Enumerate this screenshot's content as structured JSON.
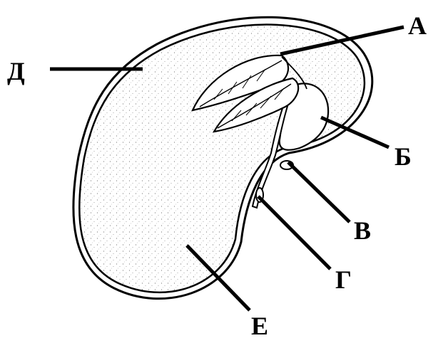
{
  "figure": {
    "labels": {
      "A": "А",
      "B": "Б",
      "V": "В",
      "G": "Г",
      "D": "Д",
      "E": "Е"
    }
  }
}
